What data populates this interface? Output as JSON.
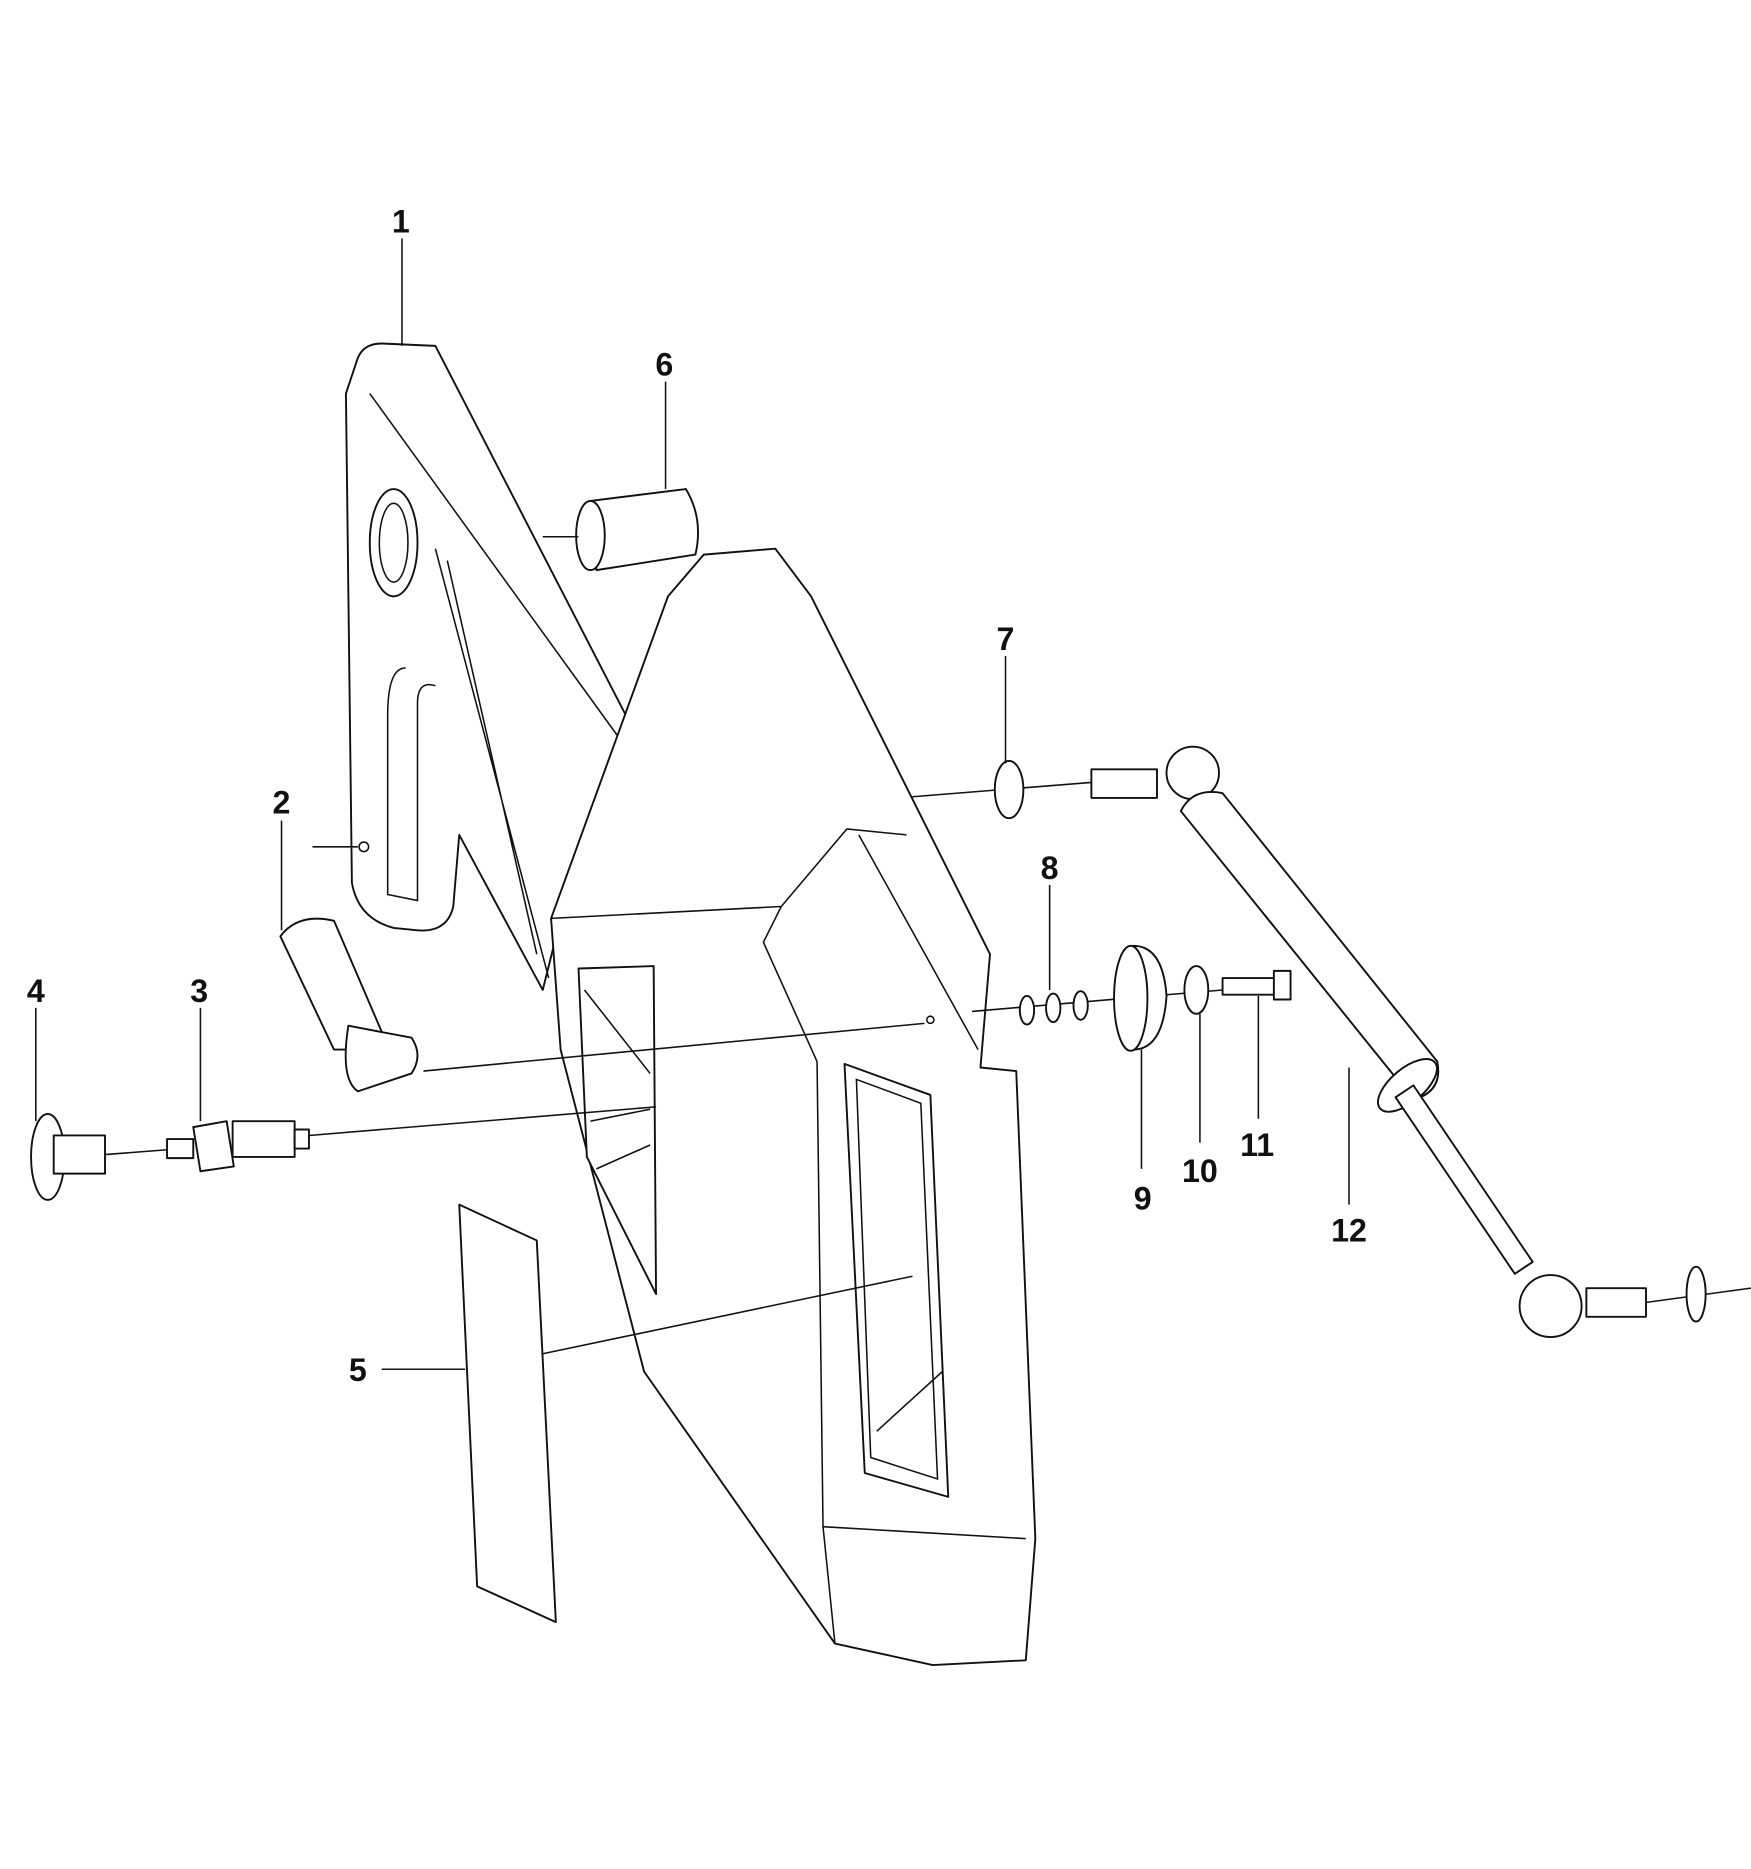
{
  "diagram": {
    "type": "exploded parts diagram",
    "callouts": [
      {
        "label": "1"
      },
      {
        "label": "2"
      },
      {
        "label": "3"
      },
      {
        "label": "4"
      },
      {
        "label": "5"
      },
      {
        "label": "6"
      },
      {
        "label": "7"
      },
      {
        "label": "8"
      },
      {
        "label": "9"
      },
      {
        "label": "10"
      },
      {
        "label": "11"
      },
      {
        "label": "12"
      }
    ],
    "line_color": "#111111",
    "background": "#ffffff"
  }
}
